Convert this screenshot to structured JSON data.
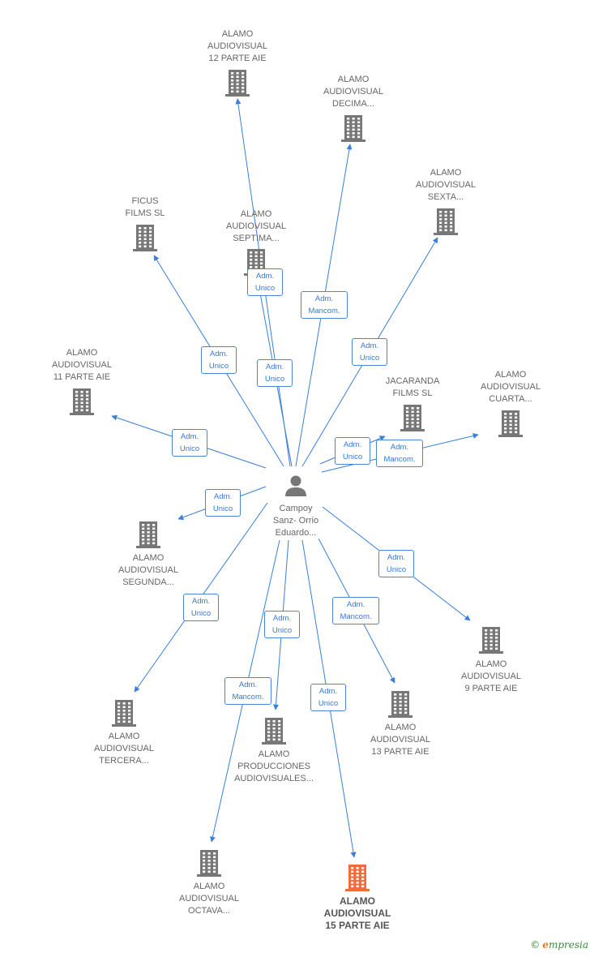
{
  "colors": {
    "edge": "#3a7fd8",
    "node": "#777777",
    "highlight": "#f26b3c",
    "person": "#777777"
  },
  "center": {
    "id": "person",
    "label": "Campoy\nSanz- Orrio\nEduardo...",
    "icon": "person-icon"
  },
  "nodes": [
    {
      "id": "n12",
      "label": "ALAMO\nAUDIOVISUAL\n12 PARTE AIE",
      "icon": "building-icon"
    },
    {
      "id": "ndecima",
      "label": "ALAMO\nAUDIOVISUAL\nDECIMA...",
      "icon": "building-icon"
    },
    {
      "id": "nsexta",
      "label": "ALAMO\nAUDIOVISUAL\nSEXTA...",
      "icon": "building-icon"
    },
    {
      "id": "nficus",
      "label": "FICUS\nFILMS  SL",
      "icon": "building-icon"
    },
    {
      "id": "nseptima",
      "label": "ALAMO\nAUDIOVISUAL\nSEPTIMA...",
      "icon": "building-icon"
    },
    {
      "id": "n11",
      "label": "ALAMO\nAUDIOVISUAL\n11 PARTE AIE",
      "icon": "building-icon"
    },
    {
      "id": "njacaranda",
      "label": "JACARANDA\nFILMS  SL",
      "icon": "building-icon"
    },
    {
      "id": "ncuarta",
      "label": "ALAMO\nAUDIOVISUAL\nCUARTA...",
      "icon": "building-icon"
    },
    {
      "id": "nsegunda",
      "label": "ALAMO\nAUDIOVISUAL\nSEGUNDA...",
      "icon": "building-icon"
    },
    {
      "id": "n9",
      "label": "ALAMO\nAUDIOVISUAL\n9 PARTE AIE",
      "icon": "building-icon"
    },
    {
      "id": "ntercera",
      "label": "ALAMO\nAUDIOVISUAL\nTERCERA...",
      "icon": "building-icon"
    },
    {
      "id": "nproducciones",
      "label": "ALAMO\nPRODUCCIONES\nAUDIOVISUALES...",
      "icon": "building-icon"
    },
    {
      "id": "n13",
      "label": "ALAMO\nAUDIOVISUAL\n13 PARTE AIE",
      "icon": "building-icon"
    },
    {
      "id": "noctava",
      "label": "ALAMO\nAUDIOVISUAL\nOCTAVA...",
      "icon": "building-icon"
    },
    {
      "id": "n15",
      "label": "ALAMO\nAUDIOVISUAL\n15 PARTE AIE",
      "icon": "building-icon",
      "highlight": true
    }
  ],
  "edges": [
    {
      "to": "n12",
      "label": "Adm.\nUnico"
    },
    {
      "to": "ndecima",
      "label": "Adm.\nMancom."
    },
    {
      "to": "nsexta",
      "label": "Adm.\nUnico"
    },
    {
      "to": "nficus",
      "label": "Adm.\nUnico"
    },
    {
      "to": "nseptima",
      "label": "Adm.\nUnico"
    },
    {
      "to": "n11",
      "label": "Adm.\nUnico"
    },
    {
      "to": "njacaranda",
      "label": "Adm.\nUnico"
    },
    {
      "to": "ncuarta",
      "label": "Adm.\nMancom."
    },
    {
      "to": "nsegunda",
      "label": "Adm.\nUnico"
    },
    {
      "to": "n9",
      "label": "Adm.\nUnico"
    },
    {
      "to": "ntercera",
      "label": "Adm.\nUnico"
    },
    {
      "to": "nproducciones",
      "label": "Adm.\nUnico"
    },
    {
      "to": "n13",
      "label": "Adm.\nMancom."
    },
    {
      "to": "noctava",
      "label": "Adm.\nMancom."
    },
    {
      "to": "n15",
      "label": "Adm.\nUnico"
    }
  ],
  "brand": {
    "copyright": "©",
    "initial": "e",
    "name": "mpresia"
  }
}
